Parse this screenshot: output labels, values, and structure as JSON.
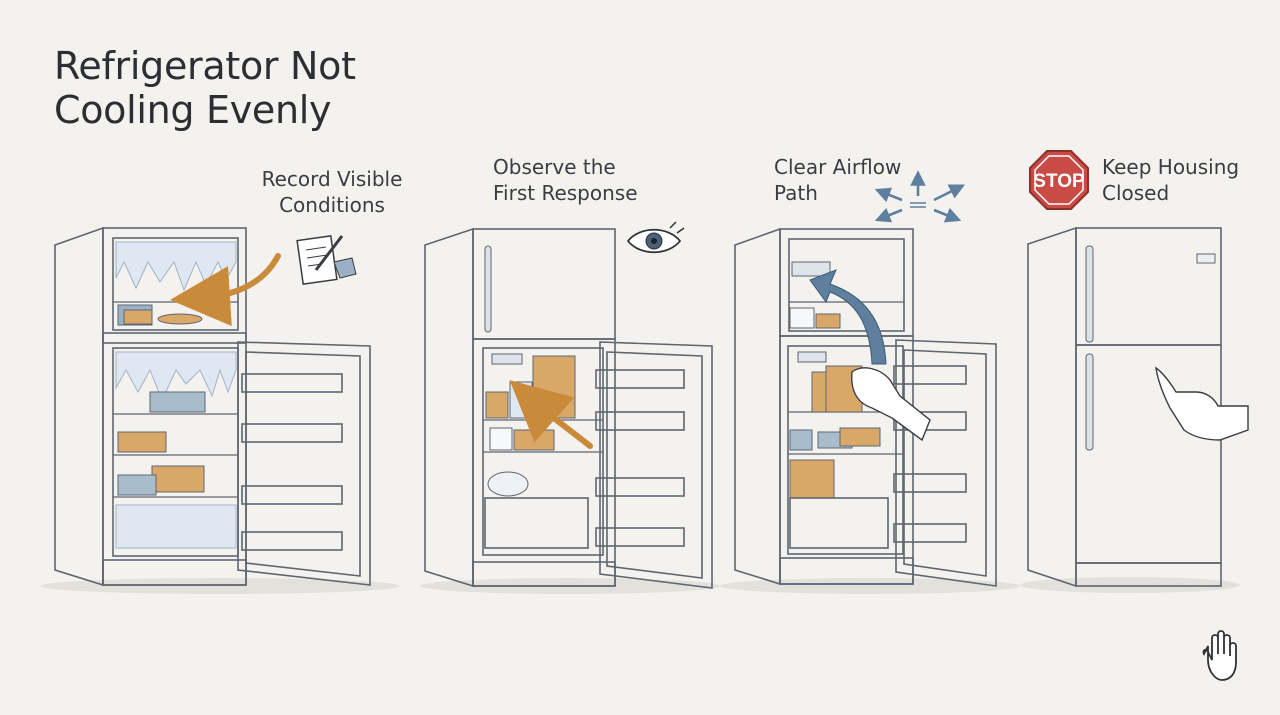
{
  "title": "Refrigerator Not\nCooling Evenly",
  "steps": [
    {
      "label": "Record Visible\nConditions",
      "icon": "notepad-pencil-icon"
    },
    {
      "label": "Observe the\nFirst Response",
      "icon": "eye-icon"
    },
    {
      "label": "Clear Airflow\nPath",
      "icon": "airflow-arrows-icon"
    },
    {
      "label": "Keep Housing\nClosed",
      "icon": "stop-sign-icon",
      "badge": "STOP"
    }
  ],
  "colors": {
    "background": "#f3f2ee",
    "arrow": "#c98a3a",
    "airflow_arrow": "#5f7f9e",
    "stop_sign": "#c94b45",
    "frost": "#dfe8f2",
    "box": "#d9a868"
  }
}
